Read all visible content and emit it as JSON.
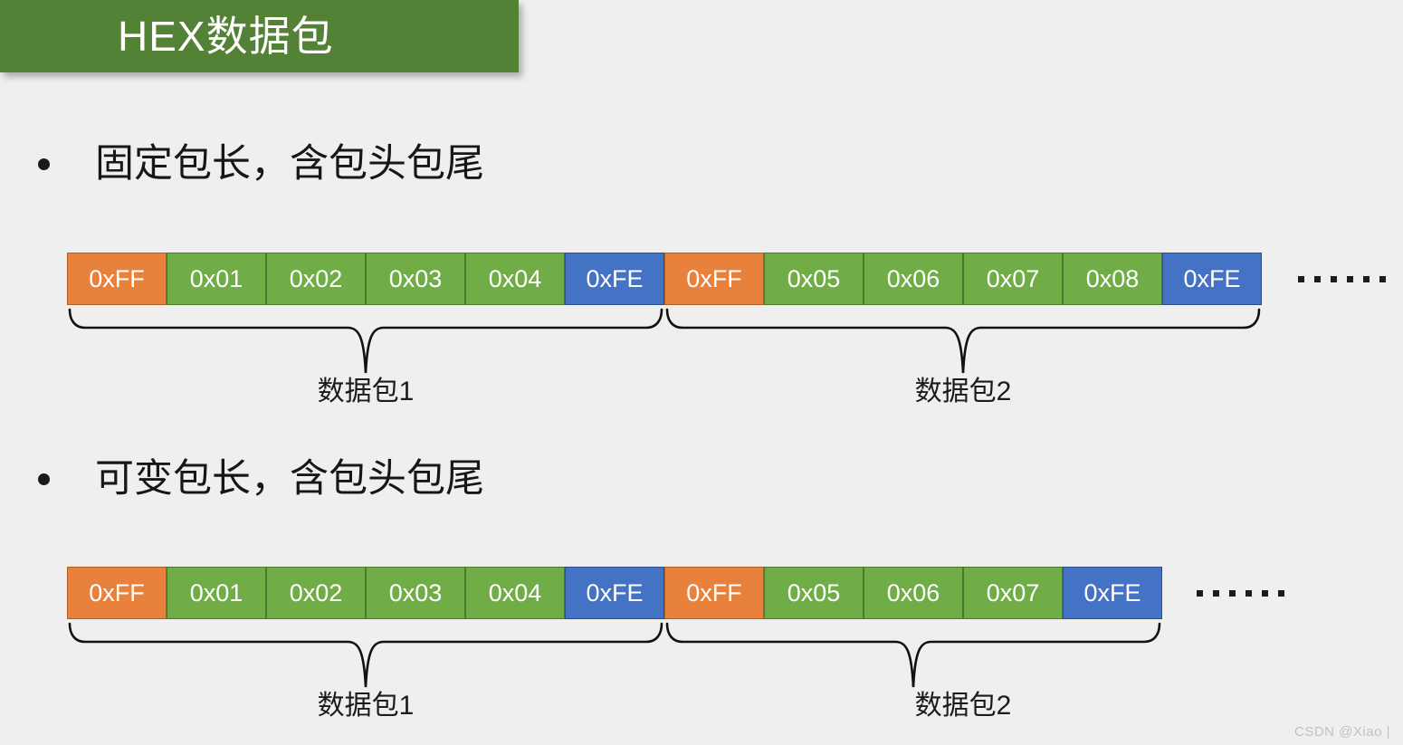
{
  "slide": {
    "title": "HEX数据包",
    "background_color": "#efefef",
    "banner_color": "#538135",
    "watermark": "CSDN @Xiao  |"
  },
  "colors": {
    "header_cell": "#e8813b",
    "body_cell": "#70ad47",
    "footer_cell": "#4472c4",
    "text_on_cell": "#ffffff",
    "body_text": "#171717"
  },
  "sections": [
    {
      "bullet": "固定包长，含包头包尾",
      "ellipsis": "……",
      "packets": [
        {
          "label": "数据包1",
          "cells": [
            {
              "value": "0xFF",
              "role": "head"
            },
            {
              "value": "0x01",
              "role": "body"
            },
            {
              "value": "0x02",
              "role": "body"
            },
            {
              "value": "0x03",
              "role": "body"
            },
            {
              "value": "0x04",
              "role": "body"
            },
            {
              "value": "0xFE",
              "role": "tail"
            }
          ]
        },
        {
          "label": "数据包2",
          "cells": [
            {
              "value": "0xFF",
              "role": "head"
            },
            {
              "value": "0x05",
              "role": "body"
            },
            {
              "value": "0x06",
              "role": "body"
            },
            {
              "value": "0x07",
              "role": "body"
            },
            {
              "value": "0x08",
              "role": "body"
            },
            {
              "value": "0xFE",
              "role": "tail"
            }
          ]
        }
      ]
    },
    {
      "bullet": "可变包长，含包头包尾",
      "ellipsis": "……",
      "packets": [
        {
          "label": "数据包1",
          "cells": [
            {
              "value": "0xFF",
              "role": "head"
            },
            {
              "value": "0x01",
              "role": "body"
            },
            {
              "value": "0x02",
              "role": "body"
            },
            {
              "value": "0x03",
              "role": "body"
            },
            {
              "value": "0x04",
              "role": "body"
            },
            {
              "value": "0xFE",
              "role": "tail"
            }
          ]
        },
        {
          "label": "数据包2",
          "cells": [
            {
              "value": "0xFF",
              "role": "head"
            },
            {
              "value": "0x05",
              "role": "body"
            },
            {
              "value": "0x06",
              "role": "body"
            },
            {
              "value": "0x07",
              "role": "body"
            },
            {
              "value": "0xFE",
              "role": "tail"
            }
          ]
        }
      ]
    }
  ]
}
